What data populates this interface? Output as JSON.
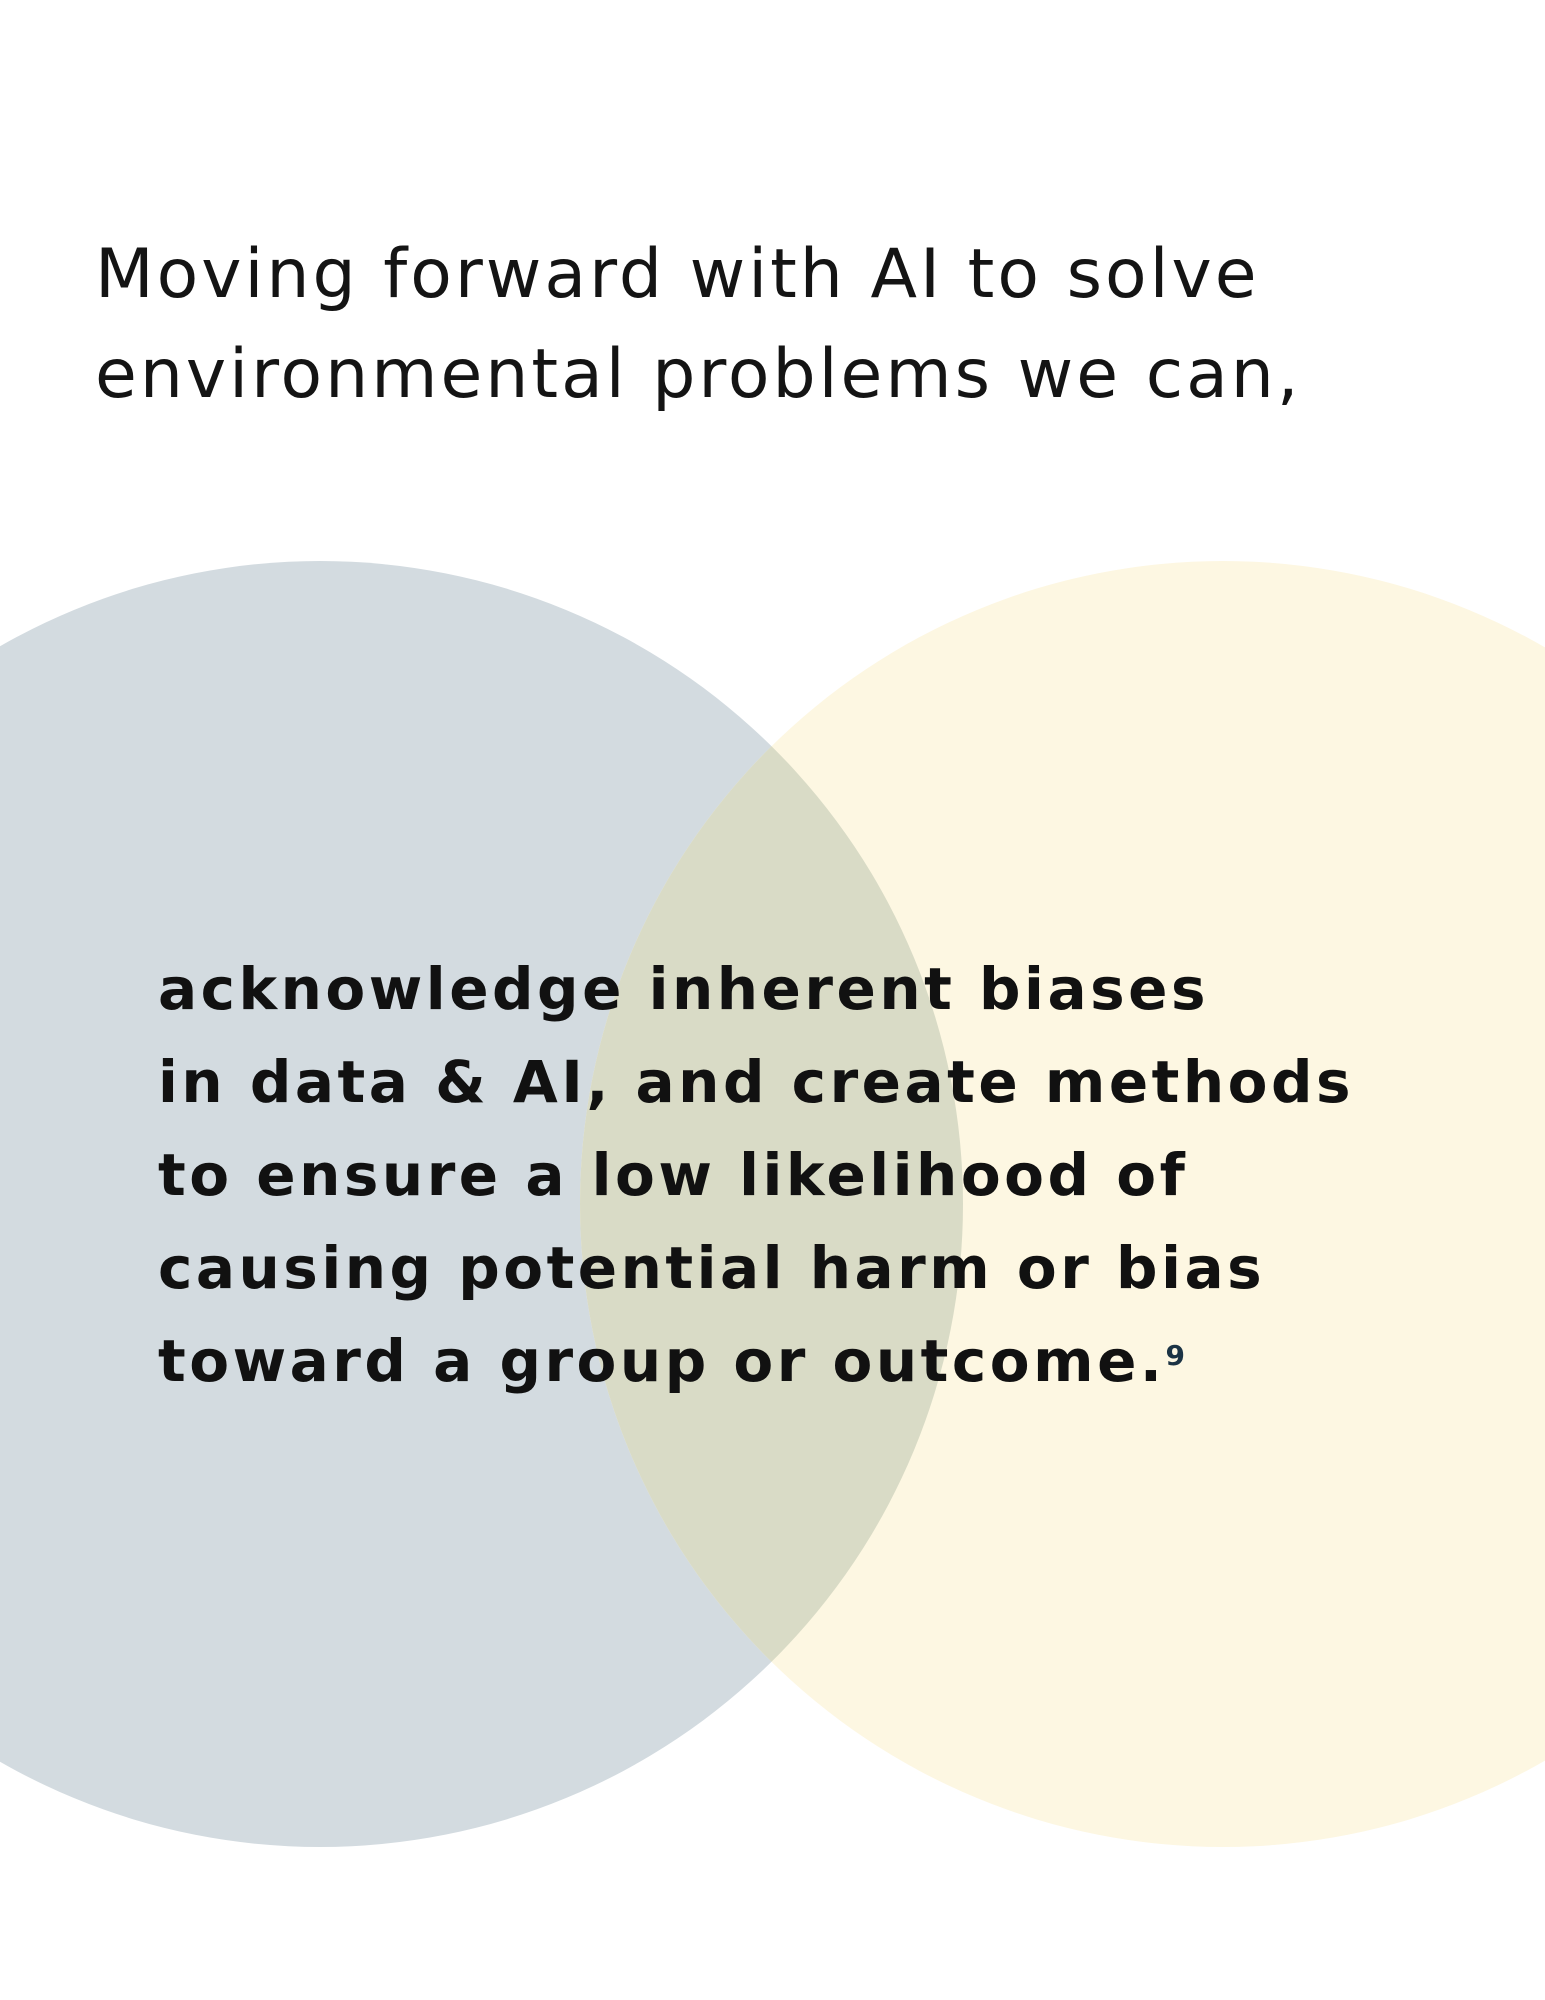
{
  "colors": {
    "circle_left": "#d3dbe0",
    "circle_right": "#fdf7e2",
    "overlap": "#d9dbc6",
    "footnote": "#1b3344"
  },
  "heading": {
    "lines": [
      "Moving forward with AI to solve",
      "environmental problems we can,"
    ]
  },
  "statement": {
    "lines": [
      "acknowledge inherent biases",
      "in data & AI, and create methods",
      "to ensure a low likelihood of",
      "causing potential harm or bias",
      "toward a group or outcome."
    ],
    "footnote": "9"
  }
}
